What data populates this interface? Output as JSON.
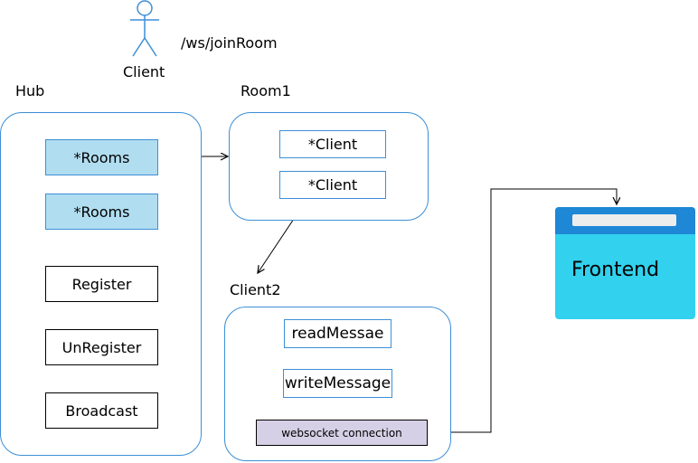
{
  "actor": {
    "name": "Client",
    "endpoint": "/ws/joinRoom",
    "icon": "stick-figure-icon"
  },
  "hub": {
    "title": "Hub",
    "items": [
      "*Rooms",
      "*Rooms",
      "Register",
      "UnRegister",
      "Broadcast"
    ]
  },
  "room": {
    "title": "Room1",
    "items": [
      "*Client",
      "*Client"
    ]
  },
  "client2": {
    "title": "Client2",
    "methods": [
      "readMessae",
      "writeMessage"
    ],
    "connection": "websocket connection"
  },
  "frontend": {
    "title": "Frontend",
    "icon": "browser-window-icon"
  },
  "colors": {
    "container_border": "#3d8fd6",
    "rooms_fill": "#b1ddf0",
    "socket_fill": "#d6d0e6",
    "frontend_fill": "#32d1ee",
    "frontend_bar": "#1e87d6"
  }
}
